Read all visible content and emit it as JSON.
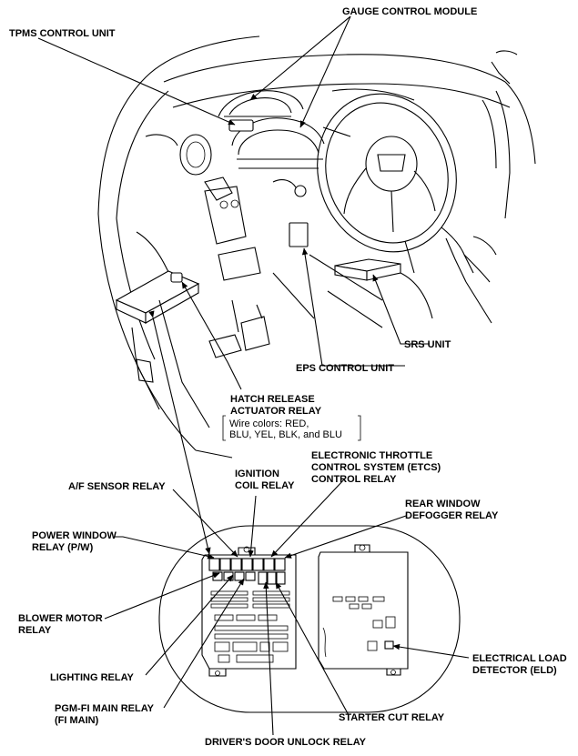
{
  "labels": {
    "gauge_control_module": "GAUGE CONTROL MODULE",
    "tpms_control_unit": "TPMS CONTROL UNIT",
    "srs_unit": "SRS UNIT",
    "eps_control_unit": "EPS CONTROL UNIT",
    "hatch_release_1": "HATCH RELEASE",
    "hatch_release_2": "ACTUATOR RELAY",
    "hatch_wire_1": "Wire colors: RED,",
    "hatch_wire_2": "BLU, YEL, BLK, and BLU",
    "ignition_coil_1": "IGNITION",
    "ignition_coil_2": "COIL RELAY",
    "etcs_1": "ELECTRONIC THROTTLE",
    "etcs_2": "CONTROL SYSTEM (ETCS)",
    "etcs_3": "CONTROL RELAY",
    "af_sensor_relay": "A/F SENSOR RELAY",
    "rear_window_1": "REAR WINDOW",
    "rear_window_2": "DEFOGGER RELAY",
    "power_window_1": "POWER WINDOW",
    "power_window_2": "RELAY (P/W)",
    "blower_motor_1": "BLOWER MOTOR",
    "blower_motor_2": "RELAY",
    "lighting_relay": "LIGHTING RELAY",
    "eld_1": "ELECTRICAL LOAD",
    "eld_2": "DETECTOR (ELD)",
    "pgm_fi_1": "PGM-FI MAIN RELAY",
    "pgm_fi_2": "(FI MAIN)",
    "starter_cut_relay": "STARTER CUT RELAY",
    "drivers_door_unlock_relay": "DRIVER'S DOOR UNLOCK RELAY"
  }
}
